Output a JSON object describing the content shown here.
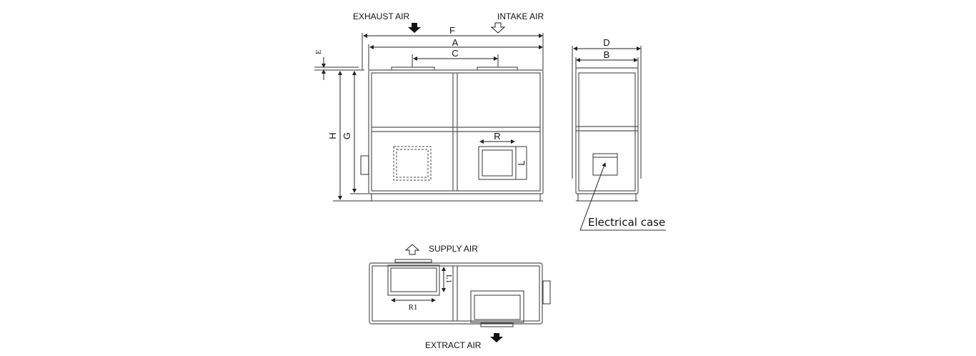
{
  "front_view": {
    "exhaust_label": "EXHAUST AIR",
    "intake_label": "INTAKE AIR",
    "dims": {
      "F": "F",
      "A": "A",
      "C": "C",
      "E": "E",
      "H": "H",
      "G": "G",
      "R": "R",
      "L": "L"
    }
  },
  "side_view": {
    "dims": {
      "D": "D",
      "B": "B"
    },
    "callout": "Electrical case"
  },
  "top_view": {
    "supply_label": "SUPPLY AIR",
    "extract_label": "EXTRACT AIR",
    "dims": {
      "R1": "R1",
      "L1": "L1"
    }
  }
}
